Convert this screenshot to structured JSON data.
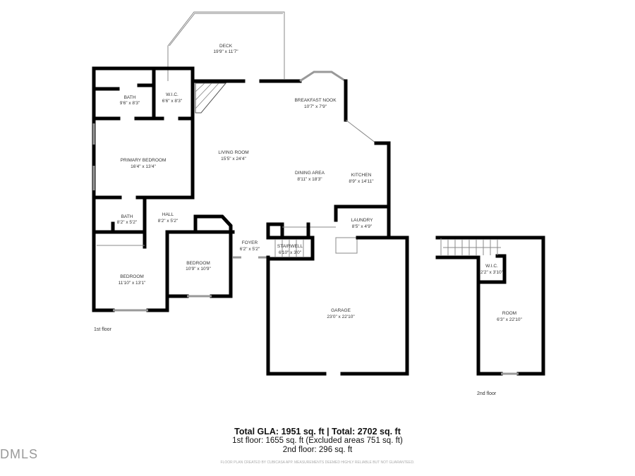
{
  "floor1": {
    "label": "1st floor",
    "rooms": [
      {
        "name": "DECK",
        "dims": "19'9\" x 11'7\""
      },
      {
        "name": "BATH",
        "dims": "9'6\" x 8'3\""
      },
      {
        "name": "W.I.C.",
        "dims": "6'6\" x 8'3\""
      },
      {
        "name": "BREAKFAST NOOK",
        "dims": "10'7\" x 7'9\""
      },
      {
        "name": "LIVING ROOM",
        "dims": "15'5\" x 24'4\""
      },
      {
        "name": "PRIMARY BEDROOM",
        "dims": "16'4\" x 13'4\""
      },
      {
        "name": "DINING AREA",
        "dims": "8'11\" x 18'3\""
      },
      {
        "name": "KITCHEN",
        "dims": "8'9\" x 14'11\""
      },
      {
        "name": "BATH",
        "dims": "8'2\" x 5'2\""
      },
      {
        "name": "HALL",
        "dims": "8'2\" x 5'2\""
      },
      {
        "name": "LAUNDRY",
        "dims": "8'5\" x 4'9\""
      },
      {
        "name": "FOYER",
        "dims": "6'2\" x 5'2\""
      },
      {
        "name": "STAIRWELL",
        "dims": "6'10\" x 3'0\""
      },
      {
        "name": "BEDROOM",
        "dims": "10'9\" x 10'9\""
      },
      {
        "name": "BEDROOM",
        "dims": "11'10\" x 13'1\""
      },
      {
        "name": "GARAGE",
        "dims": "23'0\" x 22'10\""
      }
    ]
  },
  "floor2": {
    "label": "2nd floor",
    "rooms": [
      {
        "name": "W.I.C.",
        "dims": "2'2\" x 3'10\""
      },
      {
        "name": "ROOM",
        "dims": "6'3\" x 22'10\""
      }
    ]
  },
  "summary": {
    "total": "Total GLA: 1951 sq. ft | Total: 2702 sq. ft",
    "floor1": "1st floor: 1655 sq. ft (Excluded areas 751 sq. ft)",
    "floor2": "2nd floor: 296 sq. ft",
    "disclaimer": "FLOOR PLAN CREATED BY CUBICASA APP. MEASUREMENTS DEEMED HIGHLY RELIABLE BUT NOT GUARANTEED."
  },
  "logo": "DMLS"
}
